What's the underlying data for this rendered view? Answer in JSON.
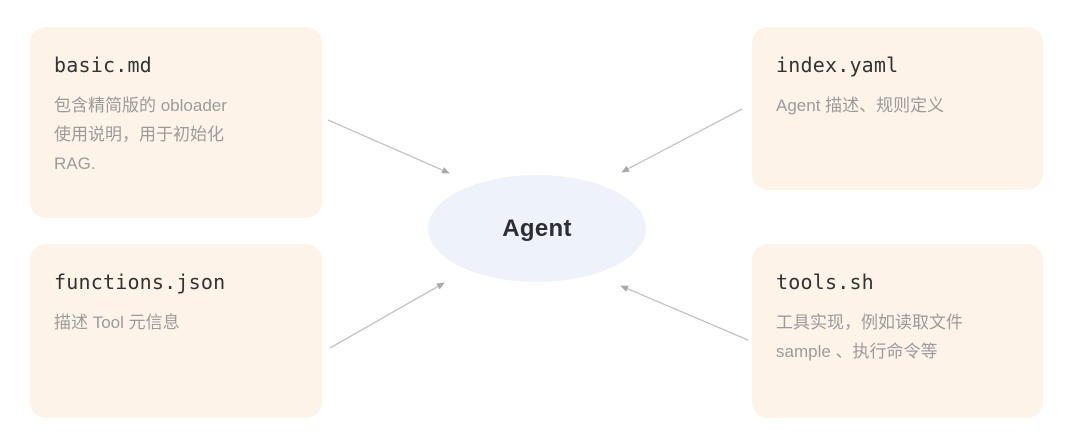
{
  "diagram": {
    "center": {
      "label": "Agent",
      "shape": "ellipse",
      "fill": "#EDF2FB",
      "text_color": "#2e2e33"
    },
    "card_fill": "#FDF3E9",
    "title_color": "#333333",
    "desc_color": "#9b9b9b",
    "connector_color": "#b8b8b8",
    "background": "#ffffff",
    "cards": [
      {
        "id": "basic-md",
        "title": "basic.md",
        "desc": "包含精简版的 obloader\n使用说明，用于初始化\nRAG.",
        "position": "top-left"
      },
      {
        "id": "index-yaml",
        "title": "index.yaml",
        "desc": "Agent 描述、规则定义",
        "position": "top-right"
      },
      {
        "id": "functions-json",
        "title": "functions.json",
        "desc": "描述 Tool 元信息",
        "position": "bottom-left"
      },
      {
        "id": "tools-sh",
        "title": "tools.sh",
        "desc": "工具实现，例如读取文件\nsample 、执行命令等",
        "position": "bottom-right"
      }
    ],
    "connectors": [
      {
        "from": "basic-md",
        "to": "Agent",
        "direction": "down-right"
      },
      {
        "from": "index-yaml",
        "to": "Agent",
        "direction": "down-left"
      },
      {
        "from": "functions-json",
        "to": "Agent",
        "direction": "up-right"
      },
      {
        "from": "tools-sh",
        "to": "Agent",
        "direction": "up-left"
      }
    ]
  }
}
